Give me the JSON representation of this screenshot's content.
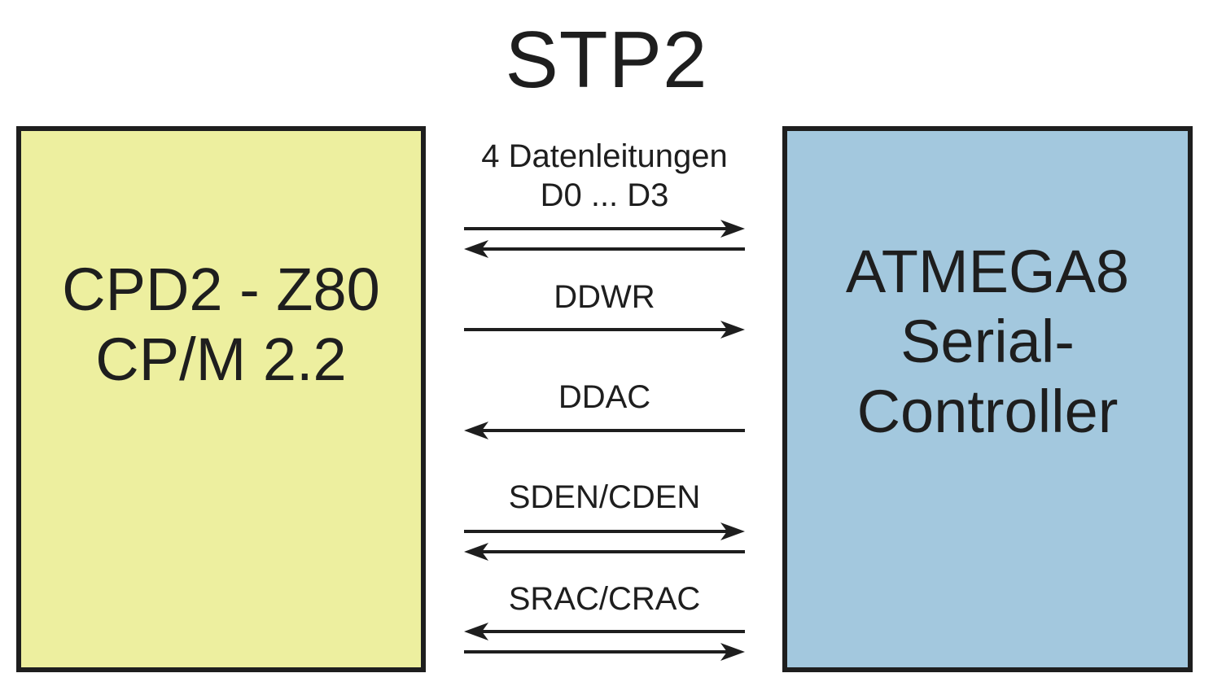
{
  "title": "STP2",
  "colors": {
    "left_block_fill": "#edef9f",
    "right_block_fill": "#a3c8de",
    "line": "#1e1e1e"
  },
  "left_block": {
    "lines": [
      "CPD2 - Z80",
      "CP/M 2.2"
    ]
  },
  "right_block": {
    "lines": [
      "ATMEGA8",
      "Serial-",
      "Controller"
    ]
  },
  "signals": [
    {
      "label_lines": [
        "4 Datenleitungen",
        "D0 ... D3"
      ],
      "arrows": [
        "right",
        "left"
      ]
    },
    {
      "label_lines": [
        "DDWR"
      ],
      "arrows": [
        "right"
      ]
    },
    {
      "label_lines": [
        "DDAC"
      ],
      "arrows": [
        "left"
      ]
    },
    {
      "label_lines": [
        "SDEN/CDEN"
      ],
      "arrows": [
        "right",
        "left"
      ]
    },
    {
      "label_lines": [
        "SRAC/CRAC"
      ],
      "arrows": [
        "left",
        "right"
      ]
    }
  ]
}
